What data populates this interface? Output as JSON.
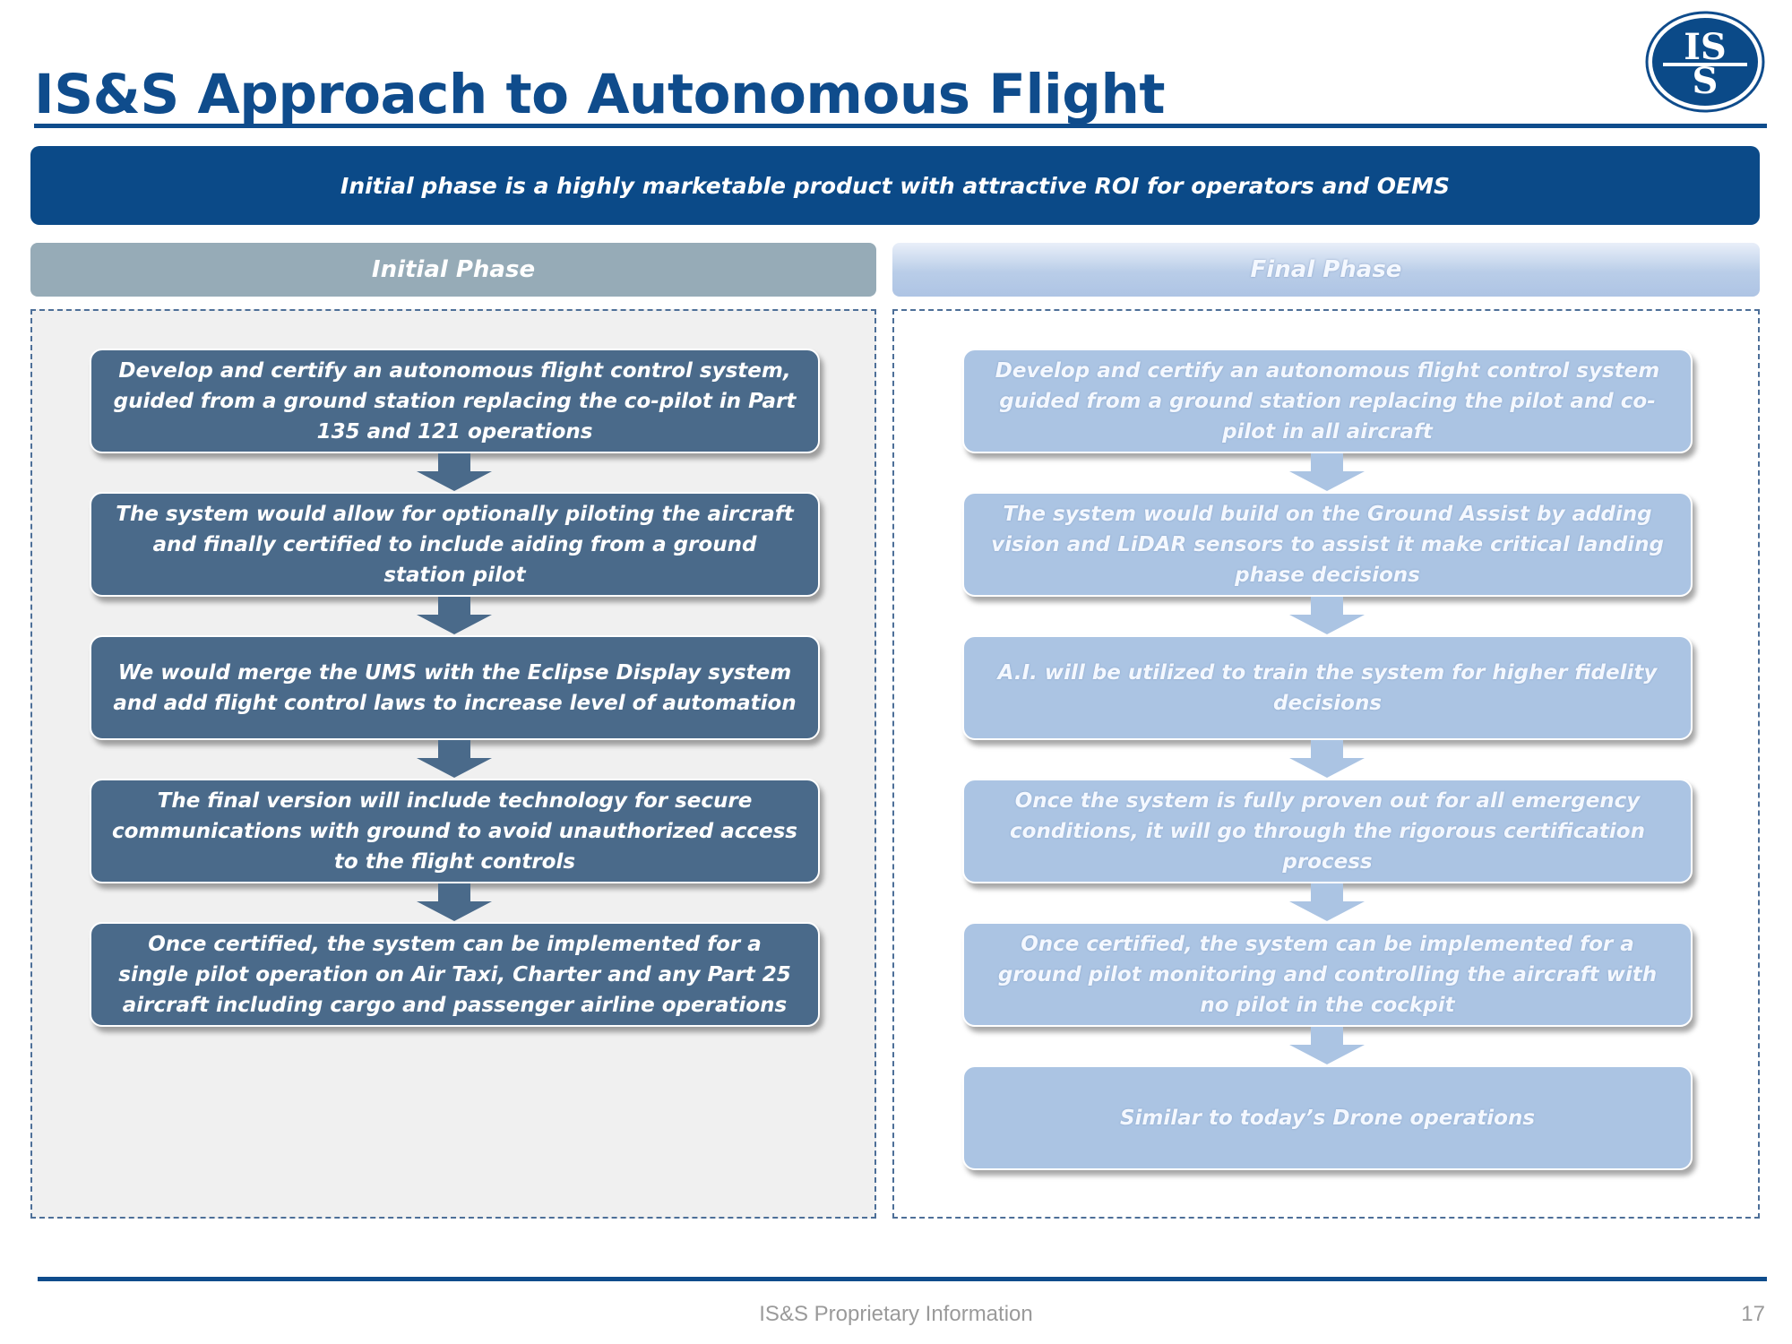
{
  "title": "IS&S Approach to Autonomous Flight",
  "logo_text": "IS&S",
  "banner": "Initial phase is a highly marketable product with attractive ROI for operators and OEMS",
  "initial_phase": {
    "header": "Initial Phase",
    "steps": [
      "Develop and certify an autonomous flight control system, guided from a ground station replacing the co-pilot in Part 135 and 121 operations",
      "The system would allow for optionally piloting the aircraft and finally certified to include aiding from a ground station pilot",
      "We would merge the UMS with the Eclipse Display system and add flight control laws to increase level of automation",
      "The final version will include technology for secure communications with ground to avoid unauthorized access to the flight controls",
      "Once certified, the system can be implemented for a single pilot operation on Air Taxi, Charter and any Part 25 aircraft including cargo and passenger airline operations"
    ]
  },
  "final_phase": {
    "header": "Final Phase",
    "steps": [
      "Develop and certify an autonomous flight control system guided from a ground station replacing the pilot and co-pilot in all aircraft",
      "The system would build on the Ground Assist by adding vision and LiDAR sensors to assist it make critical landing phase decisions",
      "A.I. will be utilized to train the system for higher fidelity decisions",
      "Once the system is fully proven out for all emergency conditions, it will go through the rigorous certification process",
      "Once certified, the system can be implemented for a ground pilot monitoring and controlling the aircraft with no pilot in the cockpit",
      "Similar to today’s Drone operations"
    ]
  },
  "footer": {
    "text": "IS&S Proprietary Information",
    "page_number": "17"
  },
  "colors": {
    "brand_blue": "#0f4c8c",
    "banner_blue": "#0b4a88",
    "initial_step": "#4a6a8a",
    "final_step": "#abc4e3",
    "initial_header": "#96abb7"
  }
}
